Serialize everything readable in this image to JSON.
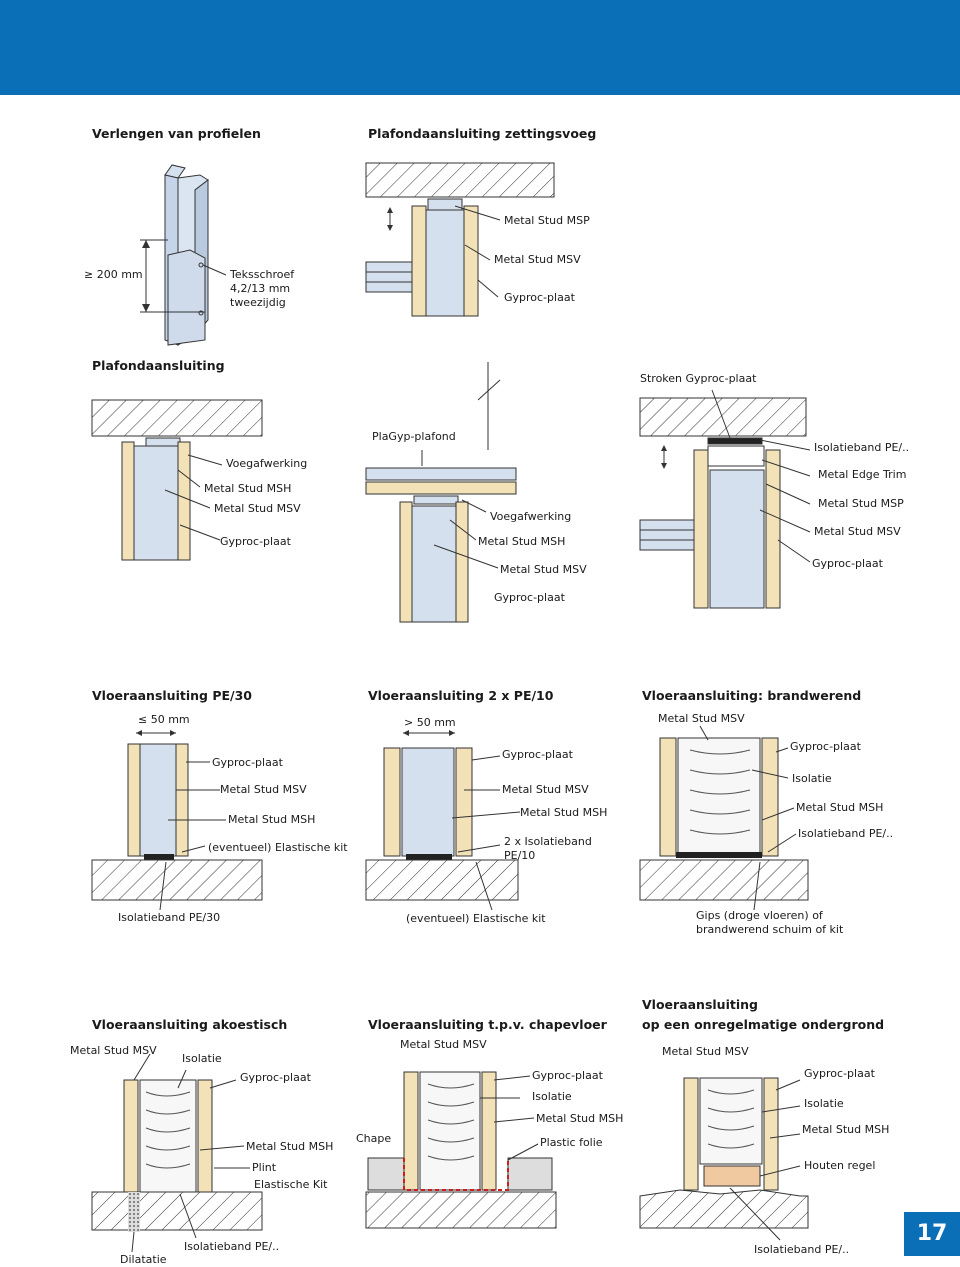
{
  "colors": {
    "brand_blue": "#0b6fb8",
    "board": "#f3e2b8",
    "stud": "#d5e0ee",
    "insulation": "#f7f7f7",
    "plint": "#f1c9a0",
    "foil": "#cc1e1e"
  },
  "sections": {
    "verlengen": {
      "title": "Verlengen van profielen",
      "dim": "≥ 200 mm",
      "screw": "Teksschroef\n4,2/13 mm\ntweezijdig"
    },
    "zettingsvoeg": {
      "title": "Plafondaansluiting zettingsvoeg",
      "labels": [
        "Metal Stud MSP",
        "Metal Stud MSV",
        "Gyproc-plaat"
      ]
    },
    "plafond": {
      "title": "Plafondaansluiting",
      "left": [
        "Voegafwerking",
        "Metal Stud MSH",
        "Metal Stud MSV",
        "Gyproc-plaat"
      ],
      "middle": [
        "PlaGyp-plafond",
        "Voegafwerking",
        "Metal Stud MSH",
        "Metal Stud MSV",
        "Gyproc-plaat"
      ],
      "right_top": "Stroken Gyproc-plaat",
      "right": [
        "Isolatieband PE/..",
        "Metal Edge Trim",
        "Metal Stud MSP",
        "Metal Stud MSV",
        "Gyproc-plaat"
      ]
    },
    "pe30": {
      "title": "Vloeraansluiting PE/30",
      "dim": "≤ 50 mm",
      "labels": [
        "Gyproc-plaat",
        "Metal Stud MSV",
        "Metal Stud MSH",
        "(eventueel) Elastische kit"
      ],
      "bottom": "Isolatieband PE/30"
    },
    "pe10": {
      "title": "Vloeraansluiting 2 x PE/10",
      "dim": "> 50 mm",
      "labels": [
        "Gyproc-plaat",
        "Metal Stud MSV",
        "Metal Stud MSH",
        "2 x Isolatieband\nPE/10"
      ],
      "bottom": "(eventueel) Elastische kit"
    },
    "brand": {
      "title": "Vloeraansluiting: brandwerend",
      "top": "Metal Stud MSV",
      "labels": [
        "Gyproc-plaat",
        "Isolatie",
        "Metal Stud MSH",
        "Isolatieband PE/.."
      ],
      "bottom": "Gips (droge vloeren) of\nbrandwerend schuim of kit"
    },
    "akoestisch": {
      "title": "Vloeraansluiting akoestisch",
      "labels": [
        "Metal Stud MSV",
        "Isolatie",
        "Gyproc-plaat",
        "Metal Stud MSH",
        "Plint",
        "Elastische Kit"
      ],
      "bottom1": "Isolatieband PE/..",
      "bottom2": "Dilatatie"
    },
    "chape": {
      "title": "Vloeraansluiting t.p.v. chapevloer",
      "labels": [
        "Metal Stud MSV",
        "Gyproc-plaat",
        "Isolatie",
        "Metal Stud MSH",
        "Plastic folie",
        "Chape"
      ]
    },
    "onregelmatig": {
      "title_line1": "Vloeraansluiting",
      "title_line2": "op een onregelmatige ondergrond",
      "labels": [
        "Metal Stud MSV",
        "Gyproc-plaat",
        "Isolatie",
        "Metal Stud MSH",
        "Houten regel"
      ],
      "bottom": "Isolatieband PE/.."
    }
  },
  "page_number": "17"
}
